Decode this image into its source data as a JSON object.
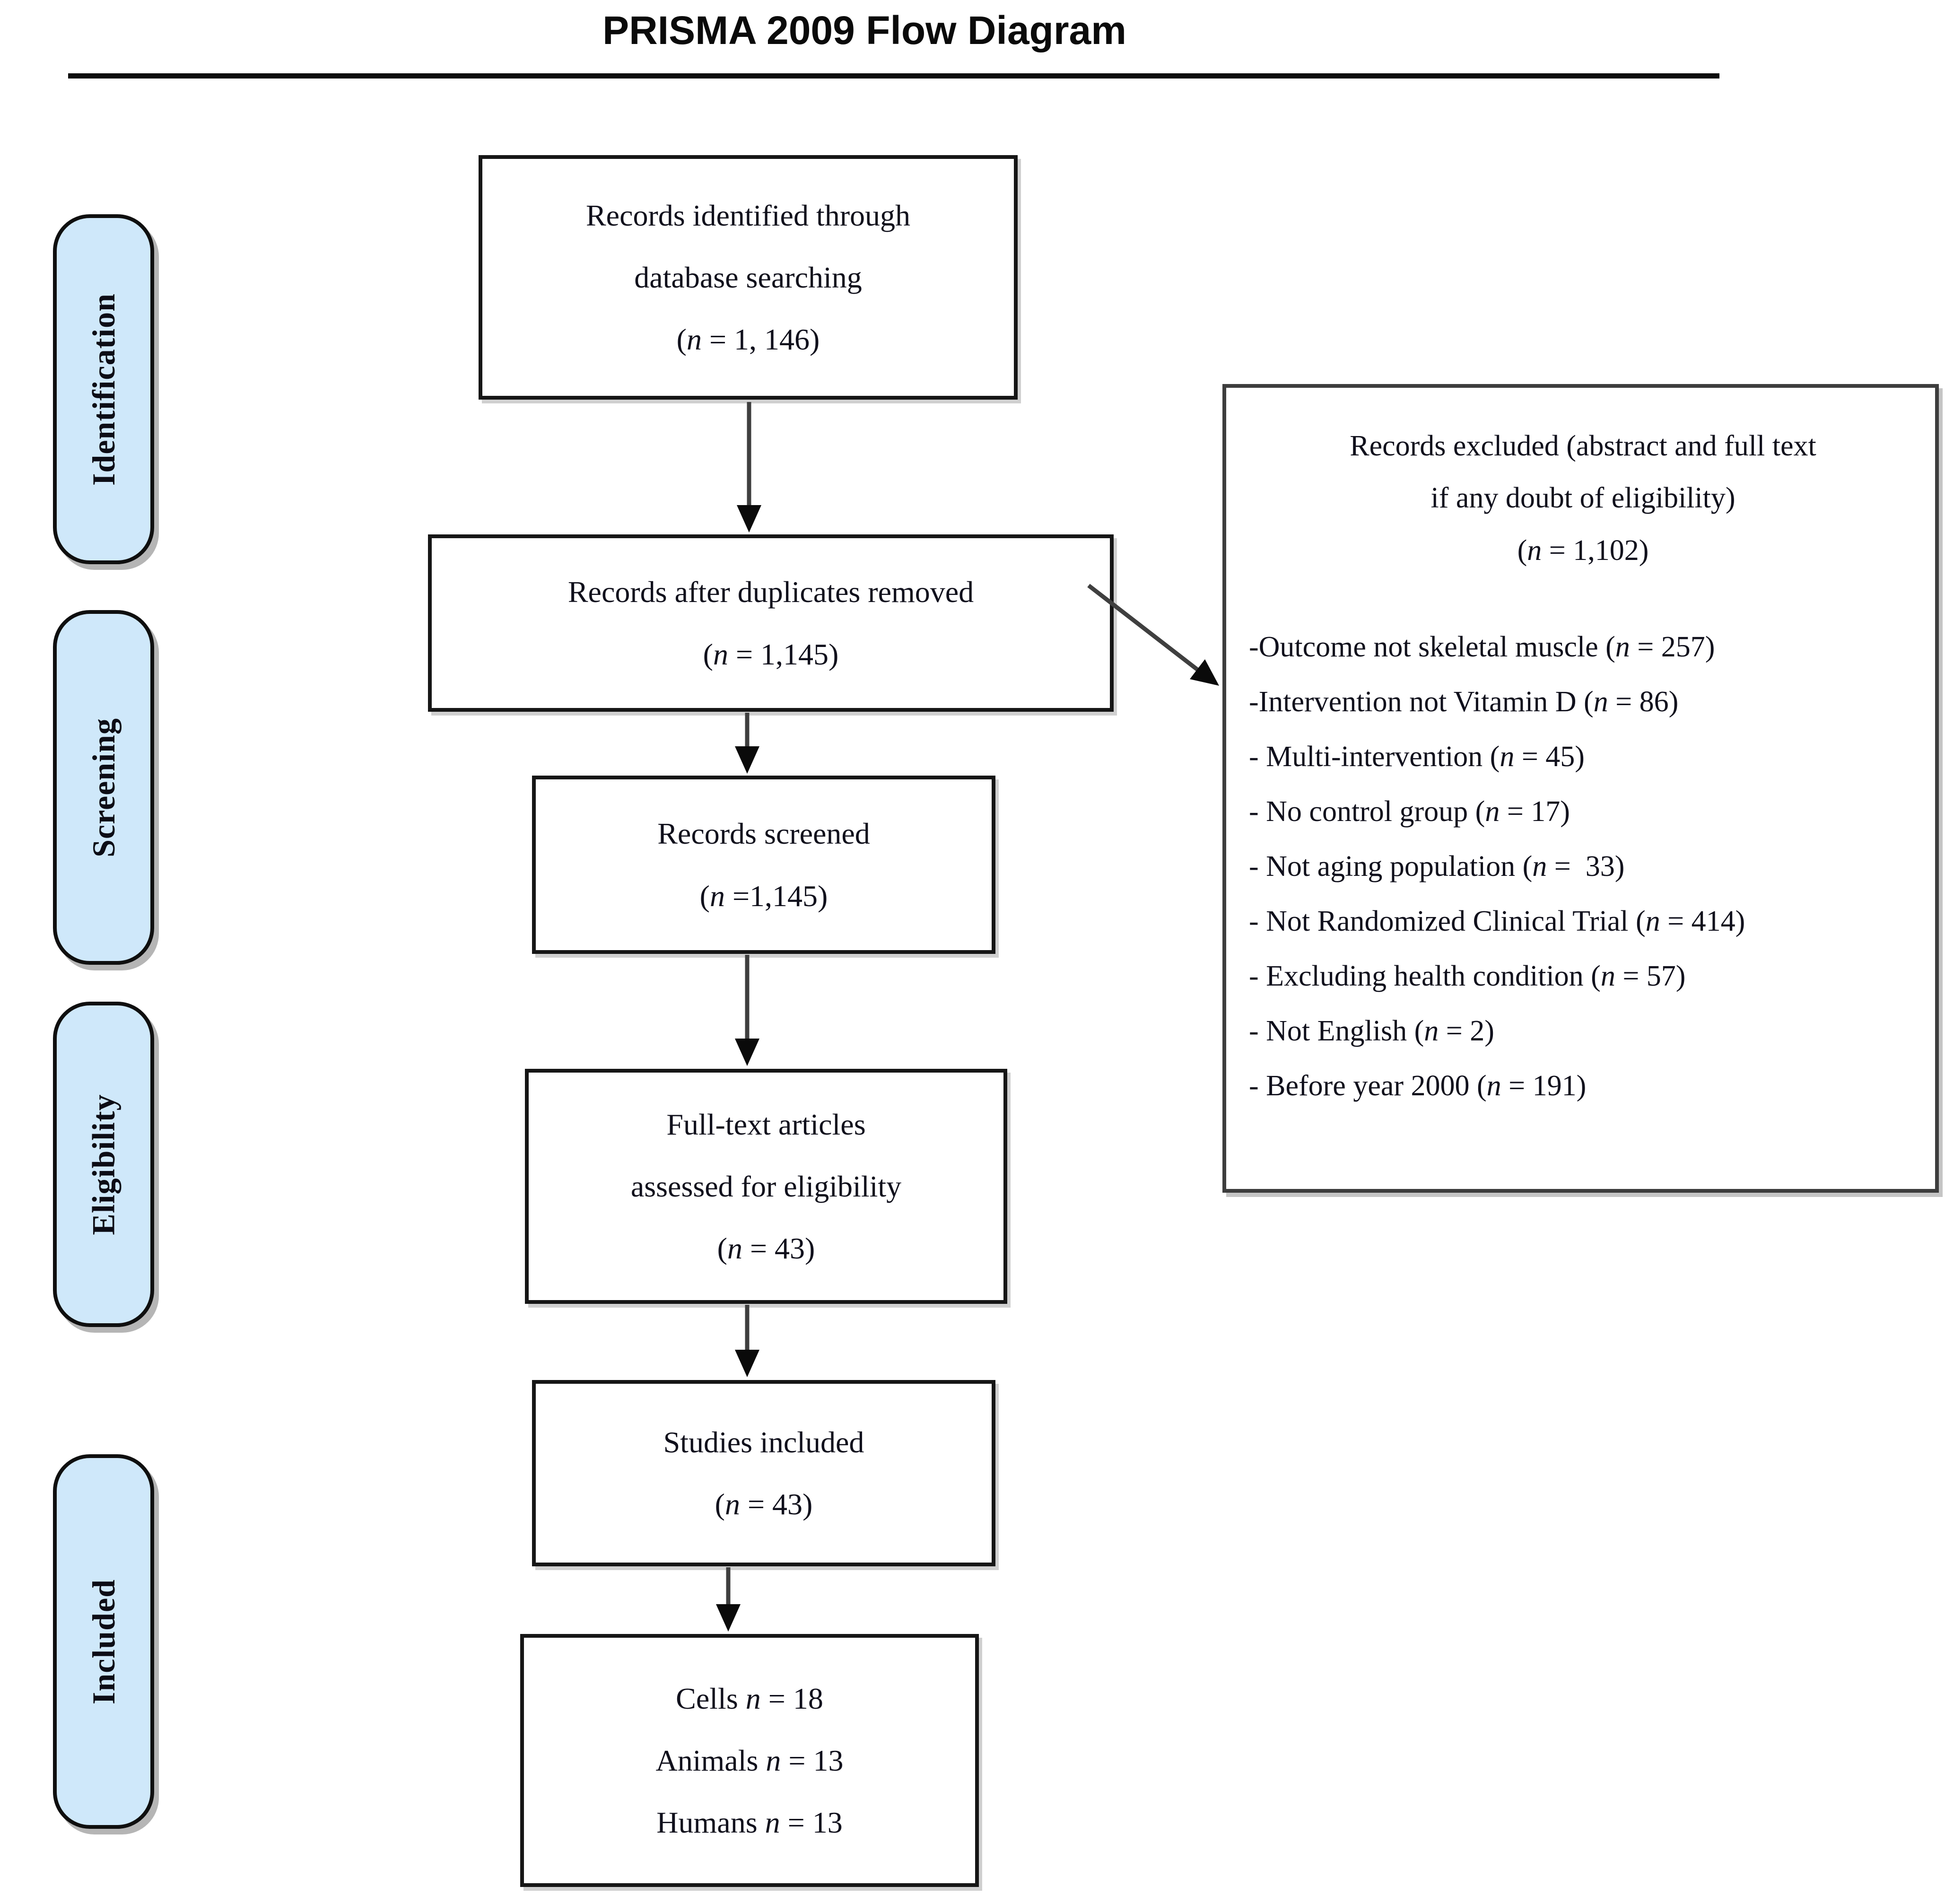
{
  "title": "PRISMA 2009 Flow Diagram",
  "sidebar": {
    "stages": [
      {
        "label": "Identification"
      },
      {
        "label": "Screening"
      },
      {
        "label": "Eligibility"
      },
      {
        "label": "Included"
      }
    ]
  },
  "flow": {
    "boxes": [
      {
        "id": "records-identified",
        "lines": [
          "Records identified through",
          "database searching",
          "(n = 1, 146)"
        ]
      },
      {
        "id": "duplicates-removed",
        "lines": [
          "Records after duplicates removed",
          "(n = 1,145)"
        ]
      },
      {
        "id": "records-screened",
        "lines": [
          "Records screened",
          "(n =1,145)"
        ]
      },
      {
        "id": "fulltext-assessed",
        "lines": [
          "Full-text articles",
          "assessed for eligibility",
          "(n = 43)"
        ]
      },
      {
        "id": "studies-included",
        "lines": [
          "Studies included",
          "(n = 43)"
        ]
      },
      {
        "id": "included-breakdown",
        "lines": [
          "Cells n = 18",
          "Animals n = 13",
          "Humans n = 13"
        ]
      }
    ]
  },
  "excluded": {
    "header_lines": [
      "Records excluded (abstract and full text",
      "if any doubt of eligibility)",
      "(n = 1,102)"
    ],
    "reasons": [
      "-Outcome not skeletal muscle (n = 257)",
      "-Intervention not Vitamin D (n = 86)",
      "- Multi-intervention (n = 45)",
      "- No control group (n = 17)",
      "- Not aging population (n =  33)",
      "- Not Randomized Clinical Trial (n = 414)",
      "- Excluding health condition (n = 57)",
      "- Not English (n = 2)",
      "- Before year 2000 (n = 191)"
    ]
  },
  "colors": {
    "stage_fill": "#cfe8fa",
    "box_border": "#161616",
    "arrow": "#3f3f3f",
    "text": "#10101c"
  }
}
